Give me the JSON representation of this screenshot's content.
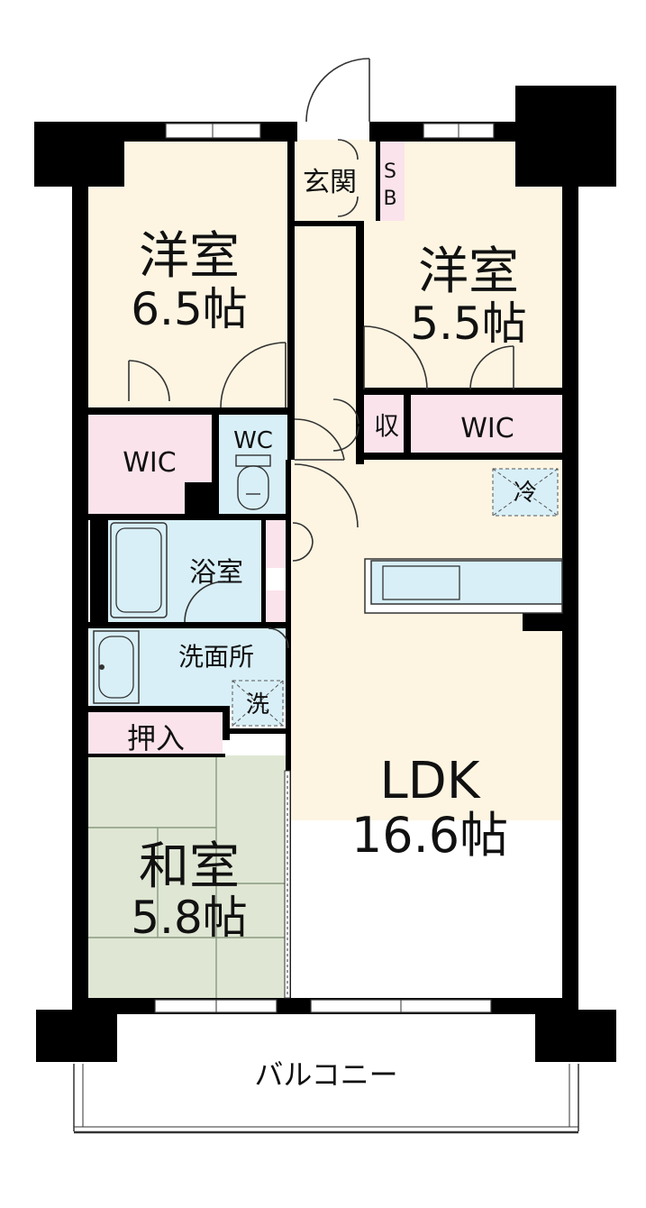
{
  "rooms": {
    "western_1": {
      "name": "洋室",
      "size": "6.5帖"
    },
    "western_2": {
      "name": "洋室",
      "size": "5.5帖"
    },
    "ldk": {
      "name": "LDK",
      "size": "16.6帖"
    },
    "japanese": {
      "name": "和室",
      "size": "5.8帖"
    }
  },
  "labels": {
    "entrance": "玄関",
    "shoe_box_1": "S",
    "shoe_box_2": "B",
    "wic_1": "WIC",
    "wic_2": "WIC",
    "wc": "WC",
    "storage": "収",
    "bath": "浴室",
    "washroom": "洗面所",
    "washer": "洗",
    "fridge": "冷",
    "closet": "押入",
    "balcony": "バルコニー"
  },
  "colors": {
    "wall": "#000000",
    "room_floor": "#fdf5e2",
    "storage": "#fbe3ec",
    "wet_area": "#d8eff7",
    "tatami": "#dfe7d4"
  }
}
